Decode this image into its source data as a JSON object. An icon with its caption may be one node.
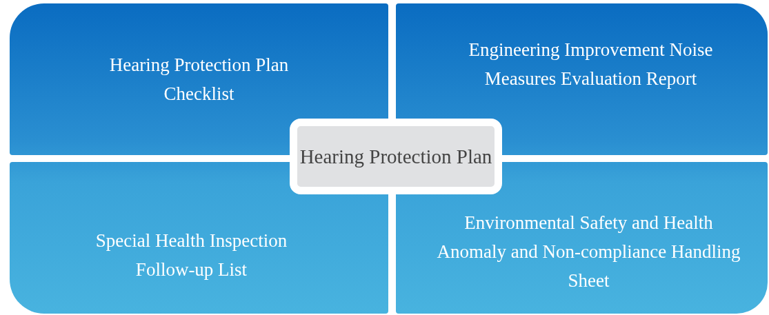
{
  "diagram": {
    "nodes": [
      {
        "text": [
          "Hearing Protection Plan Checklist"
        ]
      },
      {
        "text": [
          "Engineering Improvement Noise Measures Evaluation Report"
        ]
      },
      {
        "text": [
          "Hearing Protection Plan"
        ]
      },
      {
        "text": [
          "Special Health Inspection Follow-up List"
        ]
      },
      {
        "text": [
          "Environmental Safety and Health Anomaly and Non-compliance Handling Sheet"
        ]
      }
    ]
  }
}
